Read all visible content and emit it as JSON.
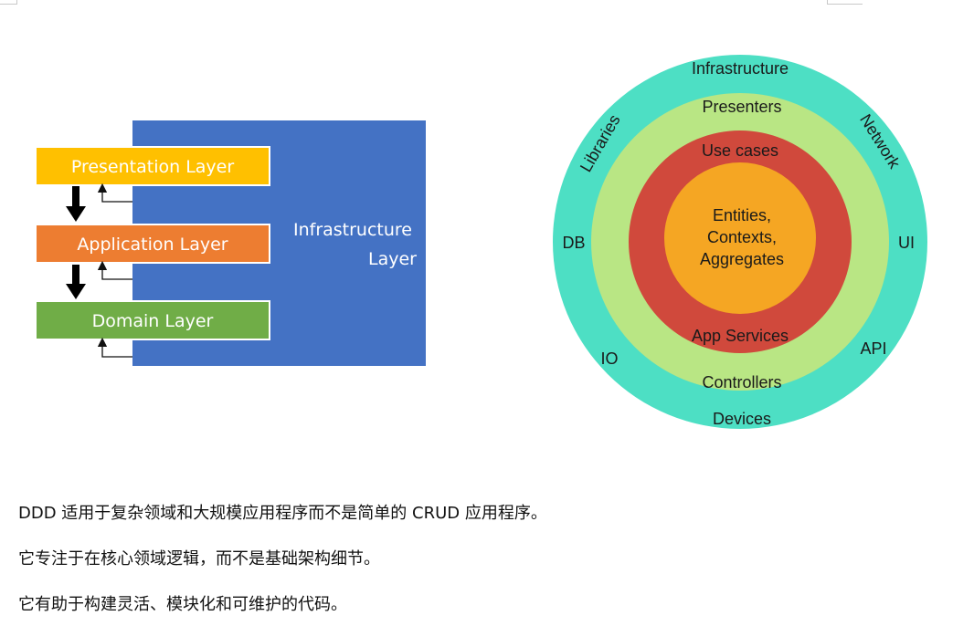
{
  "layers_diagram": {
    "presentation_layer": "Presentation Layer",
    "application_layer": "Application Layer",
    "domain_layer": "Domain Layer",
    "infrastructure_line1": "Infrastructure",
    "infrastructure_line2": "Layer"
  },
  "onion_diagram": {
    "outer_ring": [
      "Infrastructure",
      "Libraries",
      "Network",
      "DB",
      "UI",
      "IO",
      "API",
      "Devices"
    ],
    "adapter_ring": [
      "Presenters",
      "Controllers"
    ],
    "application_ring": [
      "Use cases",
      "App Services"
    ],
    "core": [
      "Entities,",
      "Contexts,",
      "Aggregates"
    ]
  },
  "paragraphs": [
    "DDD 适用于复杂领域和大规模应用程序而不是简单的  CRUD  应用程序。",
    "它专注于在核心领域逻辑，而不是基础架构细节。",
    "它有助于构建灵活、模块化和可维护的代码。"
  ],
  "colors": {
    "presentation": "#ffc000",
    "application": "#ed7d31",
    "domain": "#70ad47",
    "infrastructure": "#4472c4",
    "onion_outer": "#4ddfc4",
    "onion_adapter": "#b9e684",
    "onion_application": "#d0493c",
    "onion_core": "#f5a623"
  }
}
